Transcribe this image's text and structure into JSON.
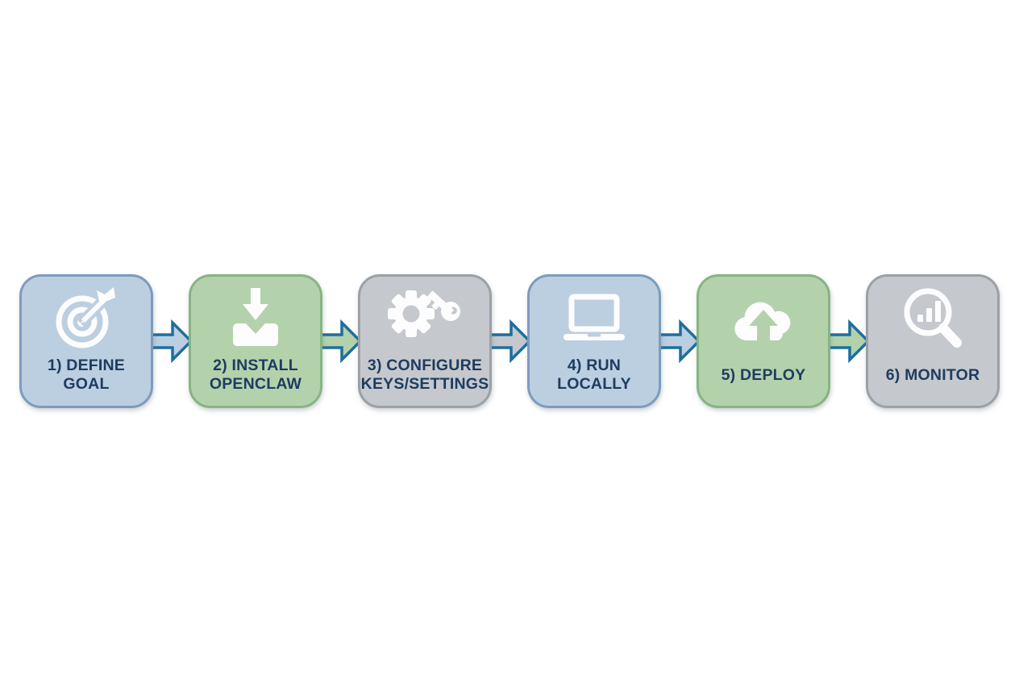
{
  "diagram": {
    "type": "flowchart",
    "orientation": "horizontal",
    "steps": [
      {
        "label": "1) DEFINE GOAL",
        "line1": "1) DEFINE",
        "line2": "GOAL",
        "icon": "target-icon",
        "scheme": "blue"
      },
      {
        "label": "2) INSTALL OPENCLAW",
        "line1": "2) INSTALL",
        "line2": "OPENCLAW",
        "icon": "download-icon",
        "scheme": "green"
      },
      {
        "label": "3) CONFIGURE KEYS/SETTINGS",
        "line1": "3) CONFIGURE",
        "line2": "KEYS/SETTINGS",
        "icon": "gear-key-icon",
        "scheme": "gray"
      },
      {
        "label": "4) RUN LOCALLY",
        "line1": "4) RUN",
        "line2": "LOCALLY",
        "icon": "laptop-icon",
        "scheme": "blue"
      },
      {
        "label": "5) DEPLOY",
        "line1": "5) DEPLOY",
        "line2": "",
        "icon": "cloud-upload-icon",
        "scheme": "green"
      },
      {
        "label": "6) MONITOR",
        "line1": "6) MONITOR",
        "line2": "",
        "icon": "magnifier-chart-icon",
        "scheme": "gray"
      }
    ],
    "connectors": [
      {
        "from": 1,
        "to": 2,
        "fill": "blue"
      },
      {
        "from": 2,
        "to": 3,
        "fill": "green"
      },
      {
        "from": 3,
        "to": 4,
        "fill": "gray"
      },
      {
        "from": 4,
        "to": 5,
        "fill": "blue"
      },
      {
        "from": 5,
        "to": 6,
        "fill": "green"
      }
    ],
    "colors": {
      "blue_fill": "#bccfe0",
      "blue_border": "#7d9cbc",
      "green_fill": "#b3d2ac",
      "green_border": "#87b483",
      "gray_fill": "#c5c9cd",
      "gray_border": "#9ba1a6",
      "arrow_outline": "#1d6e9e",
      "text": "#1e3c60",
      "icon": "#fdfdfe",
      "background": "#ffffff"
    }
  }
}
